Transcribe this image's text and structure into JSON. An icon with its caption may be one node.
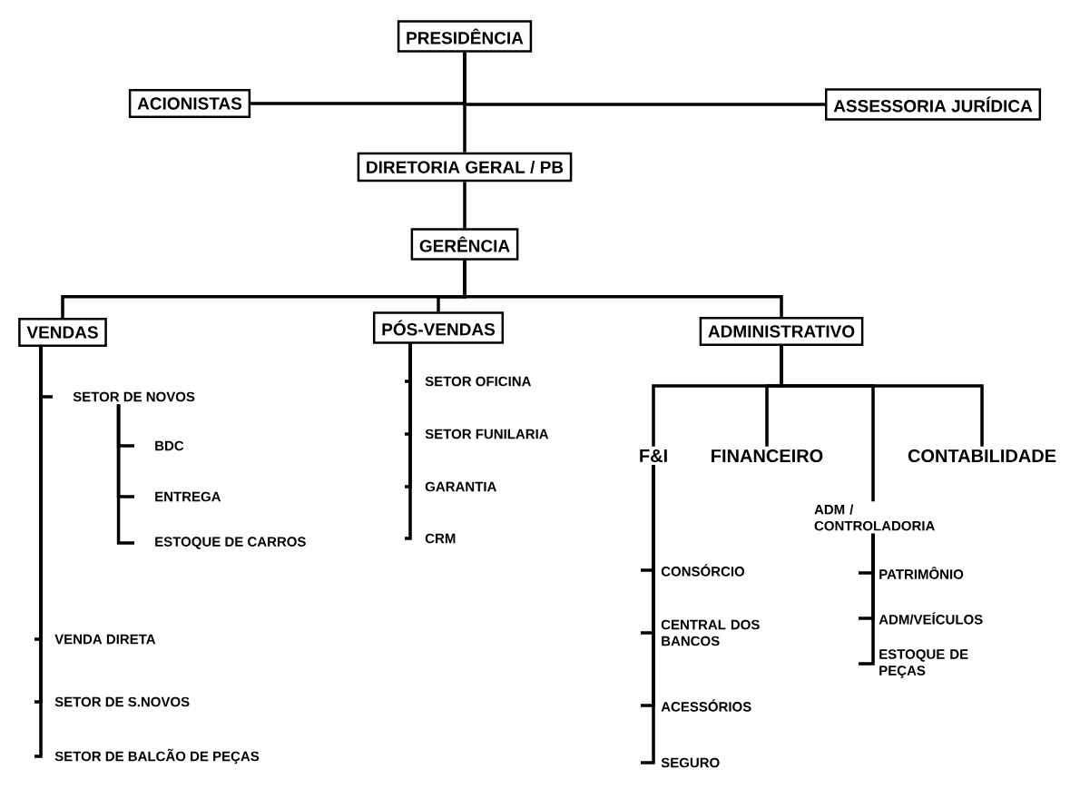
{
  "diagram": {
    "nodes": [
      {
        "text": [
          "PRESIDÊNCIA"
        ]
      },
      {
        "text": [
          "ACIONISTAS"
        ]
      },
      {
        "text": [
          "ASSESSORIA JURÍDICA"
        ]
      },
      {
        "text": [
          "DIRETORIA GERAL / PB"
        ]
      },
      {
        "text": [
          "GERÊNCIA"
        ]
      },
      {
        "text": [
          "VENDAS"
        ]
      },
      {
        "text": [
          "PÓS-VENDAS"
        ]
      },
      {
        "text": [
          "ADMINISTRATIVO"
        ]
      },
      {
        "text": [
          "SETOR DE NOVOS"
        ]
      },
      {
        "text": [
          "BDC"
        ]
      },
      {
        "text": [
          "ENTREGA"
        ]
      },
      {
        "text": [
          "ESTOQUE DE CARROS"
        ]
      },
      {
        "text": [
          "VENDA DIRETA"
        ]
      },
      {
        "text": [
          "SETOR DE S.NOVOS"
        ]
      },
      {
        "text": [
          "SETOR DE BALCÃO DE PEÇAS"
        ]
      },
      {
        "text": [
          "SETOR OFICINA"
        ]
      },
      {
        "text": [
          "SETOR FUNILARIA"
        ]
      },
      {
        "text": [
          "GARANTIA"
        ]
      },
      {
        "text": [
          "CRM"
        ]
      },
      {
        "text": [
          "F&I"
        ]
      },
      {
        "text": [
          "FINANCEIRO"
        ]
      },
      {
        "text": [
          "CONTABILIDADE"
        ]
      },
      {
        "text": [
          "ADM / CONTROLADORIA"
        ]
      },
      {
        "text": [
          "CONSÓRCIO"
        ]
      },
      {
        "text": [
          "CENTRAL DOS BANCOS"
        ]
      },
      {
        "text": [
          "ACESSÓRIOS"
        ]
      },
      {
        "text": [
          "SEGURO"
        ]
      },
      {
        "text": [
          "PATRIMÔNIO"
        ]
      },
      {
        "text": [
          "ADM/VEÍCULOS"
        ]
      },
      {
        "text": [
          "ESTOQUE DE PEÇAS"
        ]
      }
    ],
    "edges": [
      {
        "from": 0,
        "to": 1,
        "arrow": "none"
      },
      {
        "from": 0,
        "to": 2,
        "arrow": "none"
      },
      {
        "from": 0,
        "to": 3,
        "arrow": "none"
      },
      {
        "from": 3,
        "to": 4,
        "arrow": "none"
      },
      {
        "from": 4,
        "to": 5,
        "arrow": "none"
      },
      {
        "from": 4,
        "to": 6,
        "arrow": "none"
      },
      {
        "from": 4,
        "to": 7,
        "arrow": "none"
      },
      {
        "from": 5,
        "to": 8,
        "arrow": "none"
      },
      {
        "from": 8,
        "to": 9,
        "arrow": "none"
      },
      {
        "from": 8,
        "to": 10,
        "arrow": "none"
      },
      {
        "from": 8,
        "to": 11,
        "arrow": "none"
      },
      {
        "from": 5,
        "to": 12,
        "arrow": "none"
      },
      {
        "from": 5,
        "to": 13,
        "arrow": "none"
      },
      {
        "from": 5,
        "to": 14,
        "arrow": "none"
      },
      {
        "from": 6,
        "to": 15,
        "arrow": "none"
      },
      {
        "from": 6,
        "to": 16,
        "arrow": "none"
      },
      {
        "from": 6,
        "to": 17,
        "arrow": "none"
      },
      {
        "from": 6,
        "to": 18,
        "arrow": "none"
      },
      {
        "from": 7,
        "to": 19,
        "arrow": "none"
      },
      {
        "from": 7,
        "to": 20,
        "arrow": "none"
      },
      {
        "from": 7,
        "to": 21,
        "arrow": "none"
      },
      {
        "from": 7,
        "to": 22,
        "arrow": "none"
      },
      {
        "from": 19,
        "to": 23,
        "arrow": "none"
      },
      {
        "from": 19,
        "to": 24,
        "arrow": "none"
      },
      {
        "from": 19,
        "to": 25,
        "arrow": "none"
      },
      {
        "from": 19,
        "to": 26,
        "arrow": "none"
      },
      {
        "from": 22,
        "to": 27,
        "arrow": "none"
      },
      {
        "from": 22,
        "to": 28,
        "arrow": "none"
      },
      {
        "from": 22,
        "to": 29,
        "arrow": "none"
      }
    ]
  }
}
